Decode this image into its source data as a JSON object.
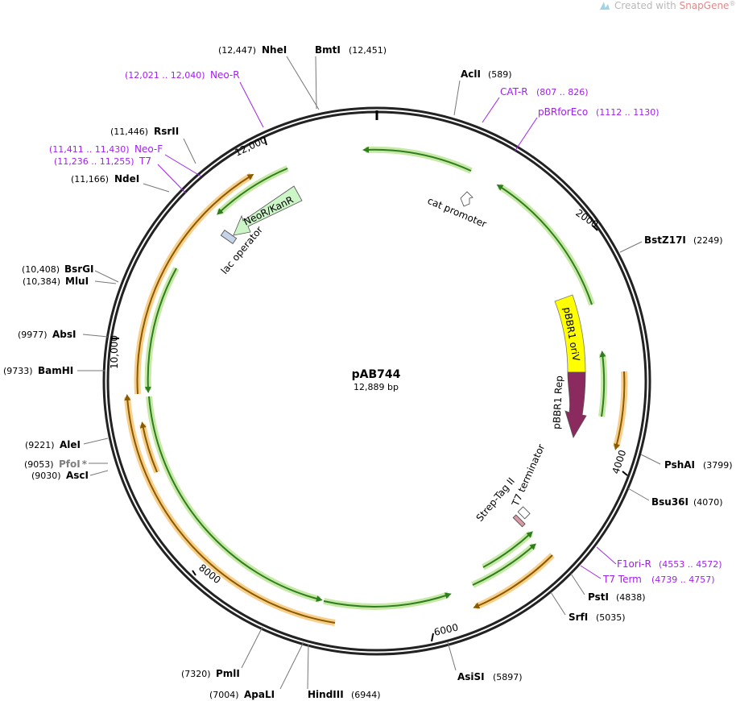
{
  "watermark": {
    "prefix": "Created with ",
    "brand": "SnapGene",
    "mark": "®"
  },
  "plasmid": {
    "name": "pAB744",
    "size": "12,889 bp"
  },
  "ticks": [
    "2000",
    "4000",
    "6000",
    "8000",
    "10,000",
    "12,000"
  ],
  "sites": {
    "nhei": {
      "name": "NheI",
      "pos": "(12,447)"
    },
    "bmti": {
      "name": "BmtI",
      "pos": "(12,451)"
    },
    "acli": {
      "name": "AclI",
      "pos": "(589)"
    },
    "rsrii": {
      "name": "RsrII",
      "pos": "(11,446)"
    },
    "ndei": {
      "name": "NdeI",
      "pos": "(11,166)"
    },
    "bstz17i": {
      "name": "BstZ17I",
      "pos": "(2249)"
    },
    "bsrgi": {
      "name": "BsrGI",
      "pos": "(10,408)"
    },
    "mlui": {
      "name": "MluI",
      "pos": "(10,384)"
    },
    "absi": {
      "name": "AbsI",
      "pos": "(9977)"
    },
    "bamhi": {
      "name": "BamHI",
      "pos": "(9733)"
    },
    "alei": {
      "name": "AleI",
      "pos": "(9221)"
    },
    "pfoi": {
      "name": "PfoI",
      "star": "*",
      "pos": "(9053)"
    },
    "asci": {
      "name": "AscI",
      "pos": "(9030)"
    },
    "pshai": {
      "name": "PshAI",
      "pos": "(3799)"
    },
    "bsu36i": {
      "name": "Bsu36I",
      "pos": "(4070)"
    },
    "psti": {
      "name": "PstI",
      "pos": "(4838)"
    },
    "srfi": {
      "name": "SrfI",
      "pos": "(5035)"
    },
    "asisi": {
      "name": "AsiSI",
      "pos": "(5897)"
    },
    "pmli": {
      "name": "PmlI",
      "pos": "(7320)"
    },
    "apali": {
      "name": "ApaLI",
      "pos": "(7004)"
    },
    "hindiii": {
      "name": "HindIII",
      "pos": "(6944)"
    }
  },
  "primers": {
    "neo_r": {
      "name": "Neo-R",
      "pos": "(12,021 .. 12,040)"
    },
    "cat_r": {
      "name": "CAT-R",
      "pos": "(807 .. 826)"
    },
    "pbrforeco": {
      "name": "pBRforEco",
      "pos": "(1112 .. 1130)"
    },
    "neo_f": {
      "name": "Neo-F",
      "pos": "(11,411 .. 11,430)"
    },
    "t7": {
      "name": "T7",
      "pos": "(11,236 .. 11,255)"
    },
    "f1ori_r": {
      "name": "F1ori-R",
      "pos": "(4553 .. 4572)"
    },
    "t7_term": {
      "name": "T7 Term",
      "pos": "(4739 .. 4757)"
    }
  },
  "features": {
    "cat_promoter": "cat promoter",
    "neor_kanr": "NeoR/KanR",
    "lac_operator": "lac operator",
    "pbbr1_oriv": "pBBR1 oriV",
    "pbbr1_rep": "pBBR1 Rep",
    "strep_tag": "Strep-Tag II",
    "t7_terminator": "T7 terminator"
  },
  "colors": {
    "backbone": "#222222",
    "orf_green": "#2e7d1e",
    "orf_green_glow": "#c7e9a6",
    "orf_orange": "#8a5a00",
    "orf_orange_glow": "#f8cf8a",
    "primer": "#a020f0",
    "oriv": "#ffff00",
    "rep": "#8b2a5e",
    "neor": "#ccf5c8"
  }
}
